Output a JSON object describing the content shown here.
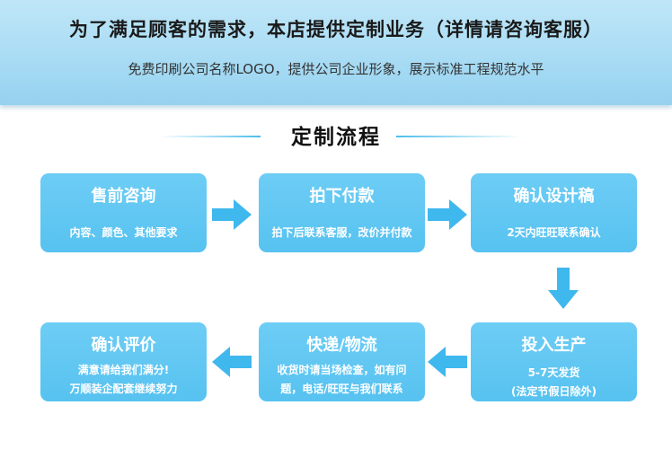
{
  "banner": {
    "headline": "为了满足顾客的需求，本店提供定制业务（详情请咨询客服）",
    "subline": "免费印刷公司名称LOGO，提供公司企业形象，展示标准工程规范水平"
  },
  "section": {
    "title": "定制流程"
  },
  "steps": [
    {
      "name": "售前咨询",
      "desc": [
        "内容、颜色、其他要求"
      ]
    },
    {
      "name": "拍下付款",
      "desc": [
        "拍下后联系客服，改价并付款"
      ]
    },
    {
      "name": "确认设计稿",
      "desc": [
        "2天内旺旺联系确认"
      ]
    },
    {
      "name": "投入生产",
      "desc": [
        "5-7天发货",
        "(法定节假日除外)"
      ]
    },
    {
      "name": "快递/物流",
      "desc": [
        "收货时请当场检查，如有问",
        "题，电话/旺旺与我们联系"
      ]
    },
    {
      "name": "确认评价",
      "desc": [
        "满意请给我们满分!",
        "万顺装企配套继续努力"
      ]
    }
  ],
  "colors": {
    "step_fill": "#5bc5f2",
    "arrow": "#3fb8ee",
    "banner": "#a9dcf4"
  },
  "icons": [
    "arrow-right-icon",
    "arrow-down-icon",
    "arrow-left-icon"
  ]
}
